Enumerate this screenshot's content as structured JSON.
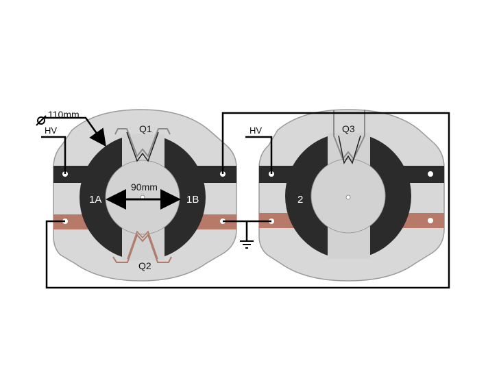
{
  "labels": {
    "diameter_outer": "110mm",
    "diameter_inner": "90mm",
    "hv_left": "HV",
    "hv_right": "HV",
    "q1": "Q1",
    "q2": "Q2",
    "q3": "Q3",
    "segment_1a": "1A",
    "segment_1b": "1B",
    "segment_2": "2"
  },
  "colors": {
    "body": "#d8d8d8",
    "outline": "#9a9a9a",
    "disk_dark": "#2b2b2b",
    "disk_center": "#d2d2d2",
    "bus_dark": "#2b2b2b",
    "bus_copper": "#b87a68",
    "wire": "#000000",
    "quartz_outline": "#8a8a8a",
    "q2_outline": "#b07a6c"
  },
  "icons": {
    "diameter_symbol": "diameter-icon",
    "ground_symbol": "ground-icon",
    "arrow": "arrow-icon"
  }
}
